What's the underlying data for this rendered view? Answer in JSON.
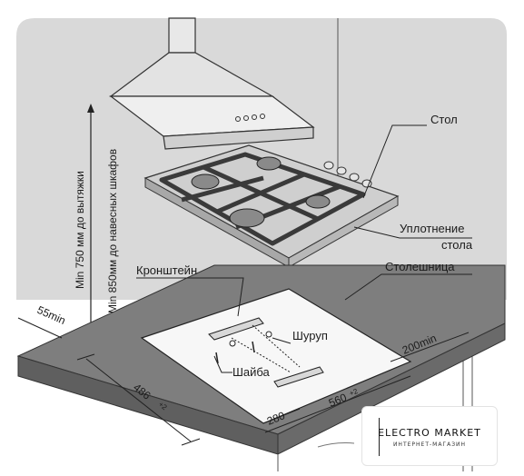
{
  "labels": {
    "stol": "Стол",
    "uplotnenie_line1": "Уплотнение",
    "uplotnenie_line2": "стола",
    "stoleshnitsa": "Столешница",
    "kronshtein": "Кронштейн",
    "shurup": "Шуруп",
    "shaiba": "Шайба",
    "vertical_line1": "Min 750 мм до вытяжки",
    "vertical_line2": "Min 850мм до навесных шкафов"
  },
  "dimensions": {
    "d55": "55min",
    "d200": "200min",
    "d486": "486",
    "d486_tol": "+2",
    "d560": "560",
    "d560_tol": "+2",
    "d280": "280"
  },
  "logo": {
    "title": "ELECTRO MARKET",
    "subtitle": "ИНТЕРНЕТ-МАГАЗИН"
  },
  "colors": {
    "wall": "#d9d9d9",
    "counter_top": "#7e7e7e",
    "counter_front": "#5f5f5f",
    "cutout": "#f7f7f7",
    "hob": "#c9c9c9",
    "grate": "#3a3a3a",
    "hood": "#e9e9e9"
  }
}
